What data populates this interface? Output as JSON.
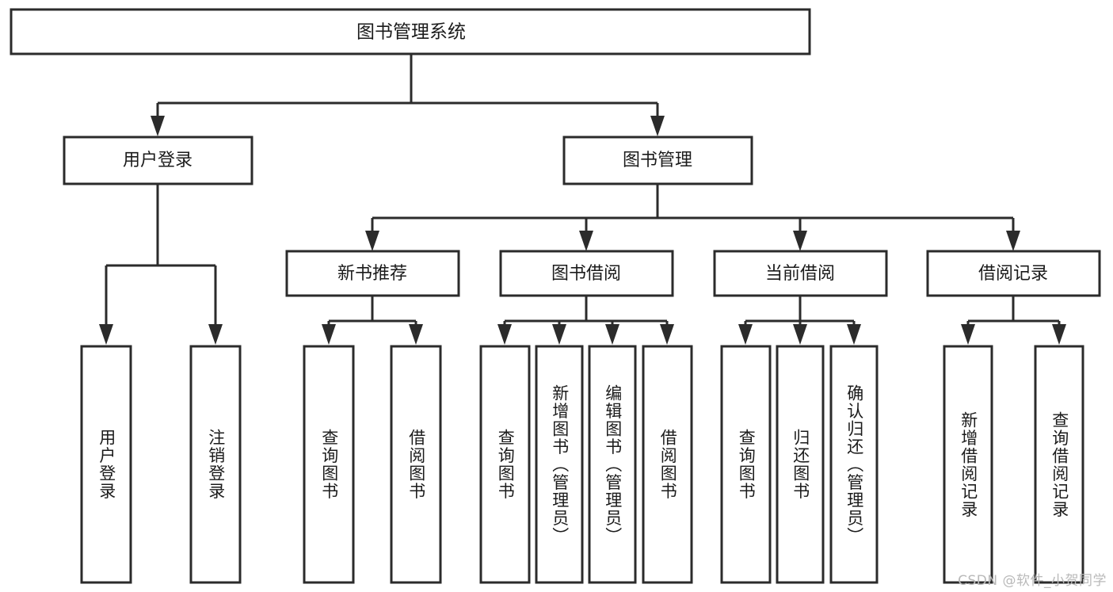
{
  "diagram": {
    "type": "hierarchy-tree",
    "title": "图书管理系统",
    "watermark": "CSDN @软件_小贺同学",
    "colors": {
      "background": "#ffffff",
      "box_stroke": "#2b2b2b",
      "box_fill": "#ffffff",
      "text": "#1b1b1b",
      "watermark_text": "#b9b9b9"
    },
    "levels": {
      "root": "图书管理系统",
      "level2": [
        "用户登录",
        "图书管理"
      ],
      "level3": [
        "新书推荐",
        "图书借阅",
        "当前借阅",
        "借阅记录"
      ]
    },
    "nodes": {
      "root": {
        "label": "图书管理系统"
      },
      "user_login": {
        "label": "用户登录"
      },
      "book_manage": {
        "label": "图书管理"
      },
      "new_book_rec": {
        "label": "新书推荐"
      },
      "book_borrow": {
        "label": "图书借阅"
      },
      "current_borrow": {
        "label": "当前借阅"
      },
      "borrow_record": {
        "label": "借阅记录"
      },
      "leaf_1": {
        "label": "用户登录"
      },
      "leaf_2": {
        "label": "注销登录"
      },
      "leaf_3": {
        "label": "查询图书"
      },
      "leaf_4": {
        "label": "借阅图书"
      },
      "leaf_5": {
        "label": "查询图书"
      },
      "leaf_6": {
        "label": "新增图书（管理员）"
      },
      "leaf_7": {
        "label": "编辑图书（管理员）"
      },
      "leaf_8": {
        "label": "借阅图书"
      },
      "leaf_9": {
        "label": "查询图书"
      },
      "leaf_10": {
        "label": "归还图书"
      },
      "leaf_11": {
        "label": "确认归还（管理员）"
      },
      "leaf_12": {
        "label": "新增借阅记录"
      },
      "leaf_13": {
        "label": "查询借阅记录"
      }
    },
    "edges": [
      {
        "from": "图书管理系统",
        "to": "用户登录"
      },
      {
        "from": "图书管理系统",
        "to": "图书管理"
      },
      {
        "from": "图书管理",
        "to": "新书推荐"
      },
      {
        "from": "图书管理",
        "to": "图书借阅"
      },
      {
        "from": "图书管理",
        "to": "当前借阅"
      },
      {
        "from": "图书管理",
        "to": "借阅记录"
      },
      {
        "from": "用户登录",
        "to": "用户登录"
      },
      {
        "from": "用户登录",
        "to": "注销登录"
      },
      {
        "from": "新书推荐",
        "to": "查询图书"
      },
      {
        "from": "新书推荐",
        "to": "借阅图书"
      },
      {
        "from": "图书借阅",
        "to": "查询图书"
      },
      {
        "from": "图书借阅",
        "to": "新增图书（管理员）"
      },
      {
        "from": "图书借阅",
        "to": "编辑图书（管理员）"
      },
      {
        "from": "图书借阅",
        "to": "借阅图书"
      },
      {
        "from": "当前借阅",
        "to": "查询图书"
      },
      {
        "from": "当前借阅",
        "to": "归还图书"
      },
      {
        "from": "当前借阅",
        "to": "确认归还（管理员）"
      },
      {
        "from": "借阅记录",
        "to": "新增借阅记录"
      },
      {
        "from": "借阅记录",
        "to": "查询借阅记录"
      }
    ]
  }
}
